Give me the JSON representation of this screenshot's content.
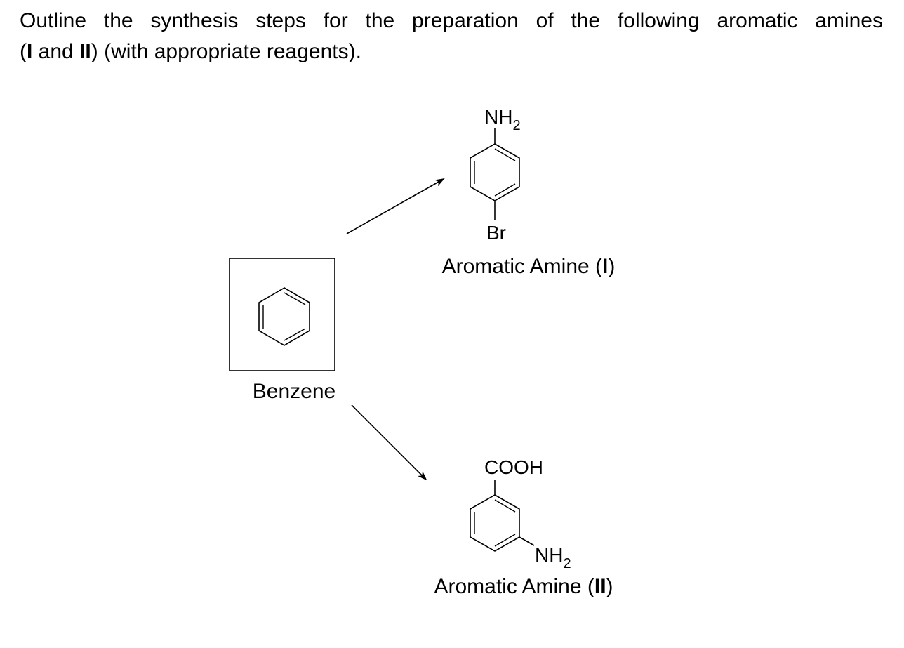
{
  "question": {
    "line1": "Outline the synthesis steps for the preparation of the following aromatic amines",
    "line2_open": "(",
    "roman_1": "I",
    "and": " and ",
    "roman_2": "II",
    "line2_close": ") (with appropriate reagents)."
  },
  "starting_material": {
    "label": "Benzene"
  },
  "amine_1": {
    "top_group": "NH",
    "top_group_subscript": "2",
    "bottom_group": "Br",
    "caption": "Aromatic Amine (",
    "numeral": "I",
    "caption_close": ")"
  },
  "amine_2": {
    "top_group": "COOH",
    "meta_group": "NH",
    "meta_group_subscript": "2",
    "caption": "Aromatic Amine (",
    "numeral": "II",
    "caption_close": ")"
  }
}
